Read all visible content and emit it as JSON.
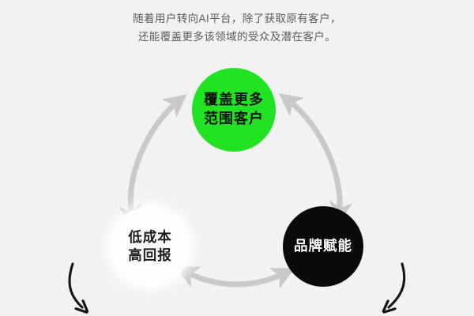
{
  "background_color": "#f2f2f2",
  "caption": {
    "line1": "随着用户转向AI平台，除了获取原有客户，",
    "line2": "还能覆盖更多该领域的受众及潜在客户。"
  },
  "diagram": {
    "nodes": [
      {
        "id": "coverage",
        "line1": "覆盖更多",
        "line2": "范围客户",
        "fill": "#22e321",
        "text_color": "#111111"
      },
      {
        "id": "low-cost",
        "line1": "低成本",
        "line2": "高回报",
        "fill": "#fdfdfd",
        "text_color": "#1c1c1c"
      },
      {
        "id": "brand",
        "line1": "品牌赋能",
        "line2": "",
        "fill": "#0a0a0a",
        "text_color": "#ffffff"
      }
    ],
    "connectors": {
      "color": "#c9c9c9",
      "style": "double-headed-curved-arrow",
      "count": 3
    },
    "outflow_arrows": {
      "color": "#151515",
      "style": "thin-curved-arrow",
      "count": 2
    }
  }
}
